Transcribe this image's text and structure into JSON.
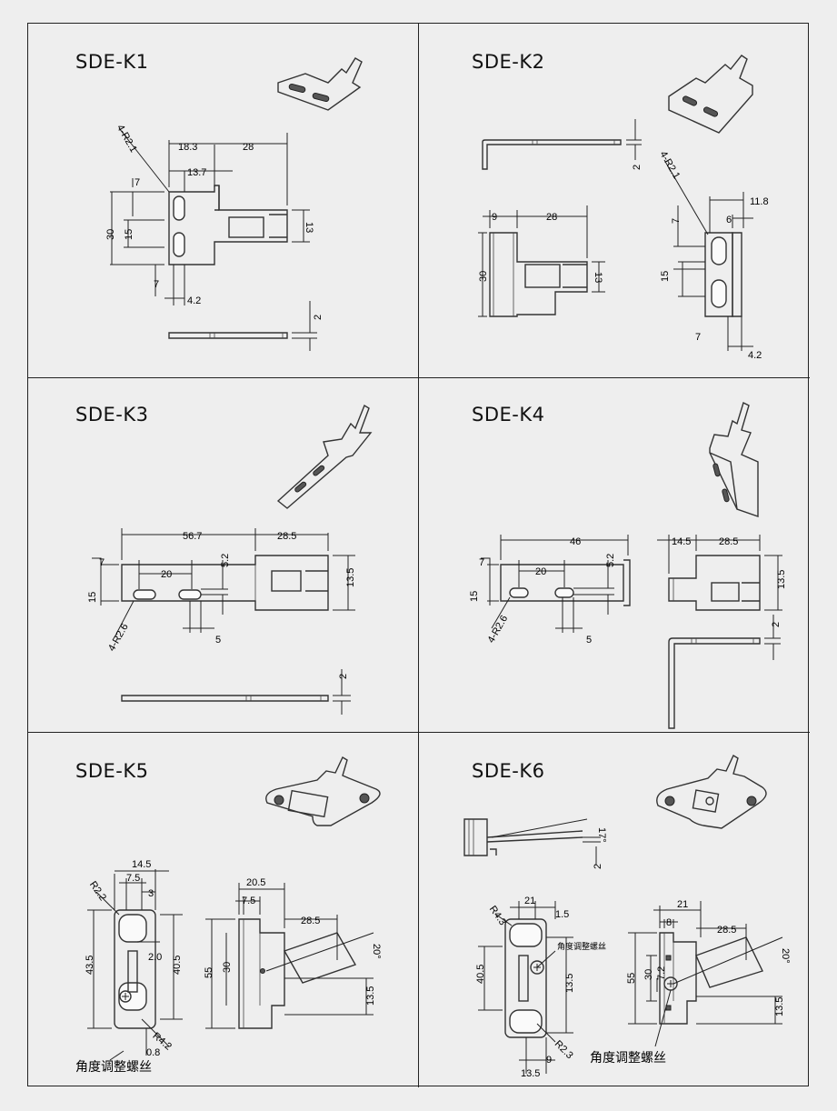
{
  "panels": [
    {
      "id": "k1",
      "title": "SDE-K1",
      "dims": {
        "radius": "4-R2.1",
        "w1": "18.3",
        "w2": "28",
        "w3": "13.7",
        "h1": "7",
        "h2": "30",
        "h3": "15",
        "h4": "13",
        "h5": "7",
        "w4": "4.2",
        "t": "2"
      }
    },
    {
      "id": "k2",
      "title": "SDE-K2",
      "dims": {
        "t": "2",
        "w1": "9",
        "w2": "28",
        "h1": "30",
        "h2": "13",
        "radius": "4-R2.1",
        "w3": "11.8",
        "w4": "6",
        "h3": "7",
        "h4": "15",
        "h5": "7",
        "w5": "4.2"
      }
    },
    {
      "id": "k3",
      "title": "SDE-K3",
      "dims": {
        "w1": "56.7",
        "w2": "28.5",
        "w3": "7",
        "w4": "20",
        "w5": "5.2",
        "h1": "15",
        "h2": "13.5",
        "radius": "4-R2.6",
        "w6": "5",
        "t": "2"
      }
    },
    {
      "id": "k4",
      "title": "SDE-K4",
      "dims": {
        "w1": "46",
        "w2": "7",
        "w3": "20",
        "w4": "5.2",
        "h1": "15",
        "radius": "4-R2.6",
        "w5": "5",
        "w6": "14.5",
        "w7": "28.5",
        "h2": "13.5",
        "t": "2"
      }
    },
    {
      "id": "k5",
      "title": "SDE-K5",
      "dims": {
        "w1": "14.5",
        "w2": "7.5",
        "w3": "3",
        "r1": "R2.2",
        "w4": "2.0",
        "h1": "43.5",
        "h2": "40.5",
        "r2": "R4.2",
        "w5": "0.8",
        "w6": "20.5",
        "w7": "7.5",
        "w8": "28.5",
        "a1": "20°",
        "h3": "55",
        "h4": "30",
        "h5": "13.5"
      },
      "note": "角度调整螺丝"
    },
    {
      "id": "k6",
      "title": "SDE-K6",
      "dims": {
        "a1": "17°",
        "t": "2",
        "w1": "21",
        "w2": "1.5",
        "r1": "R4.3",
        "h1": "40.5",
        "h2": "13.5",
        "r2": "R2.3",
        "w3": "9",
        "w4": "13.5",
        "w5": "21",
        "w6": "8",
        "w7": "28.5",
        "a2": "20°",
        "h3": "55",
        "h4": "30",
        "h5": "7.2",
        "h6": "13.5"
      },
      "note_small": "角度调整螺丝",
      "note": "角度调整螺丝"
    }
  ]
}
